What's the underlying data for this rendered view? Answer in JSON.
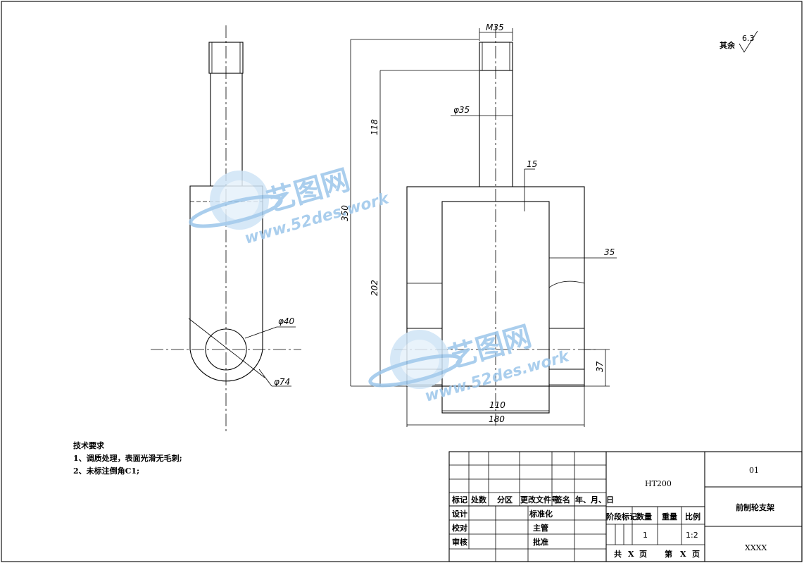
{
  "drawing": {
    "dimensions": {
      "thread": "M35",
      "shaft_dia": "φ35",
      "len_118": "118",
      "len_15": "15",
      "len_350": "350",
      "len_202": "202",
      "len_35": "35",
      "len_37": "37",
      "len_110": "110",
      "len_180": "180",
      "hole_dia": "φ40",
      "outer_dia": "φ74"
    },
    "roughness": {
      "label": "其余",
      "value": "6.3"
    }
  },
  "notes": {
    "title": "技术要求",
    "items": [
      "1、调质处理，表面光滑无毛刺;",
      "2、未标注倒角C1;"
    ]
  },
  "title_block": {
    "header_row": [
      "标记",
      "处数",
      "分区",
      "更改文件号",
      "签名",
      "年、月、日"
    ],
    "sign_rows": [
      {
        "left": "设计",
        "right": "标准化"
      },
      {
        "left": "校对",
        "right": "主管"
      },
      {
        "left": "审核",
        "right": "批准"
      }
    ],
    "material": "HT200",
    "stage_headers": [
      "阶段标记",
      "数量",
      "重量",
      "比例"
    ],
    "quantity": "1",
    "scale": "1:2",
    "sheet_info": [
      "共",
      "X",
      "页",
      "第",
      "X",
      "页"
    ],
    "drawing_no": "01",
    "part_name": "前制轮支架",
    "company": "XXXX"
  },
  "watermark": {
    "brand": "艺图网",
    "url": "www.52des.work"
  }
}
